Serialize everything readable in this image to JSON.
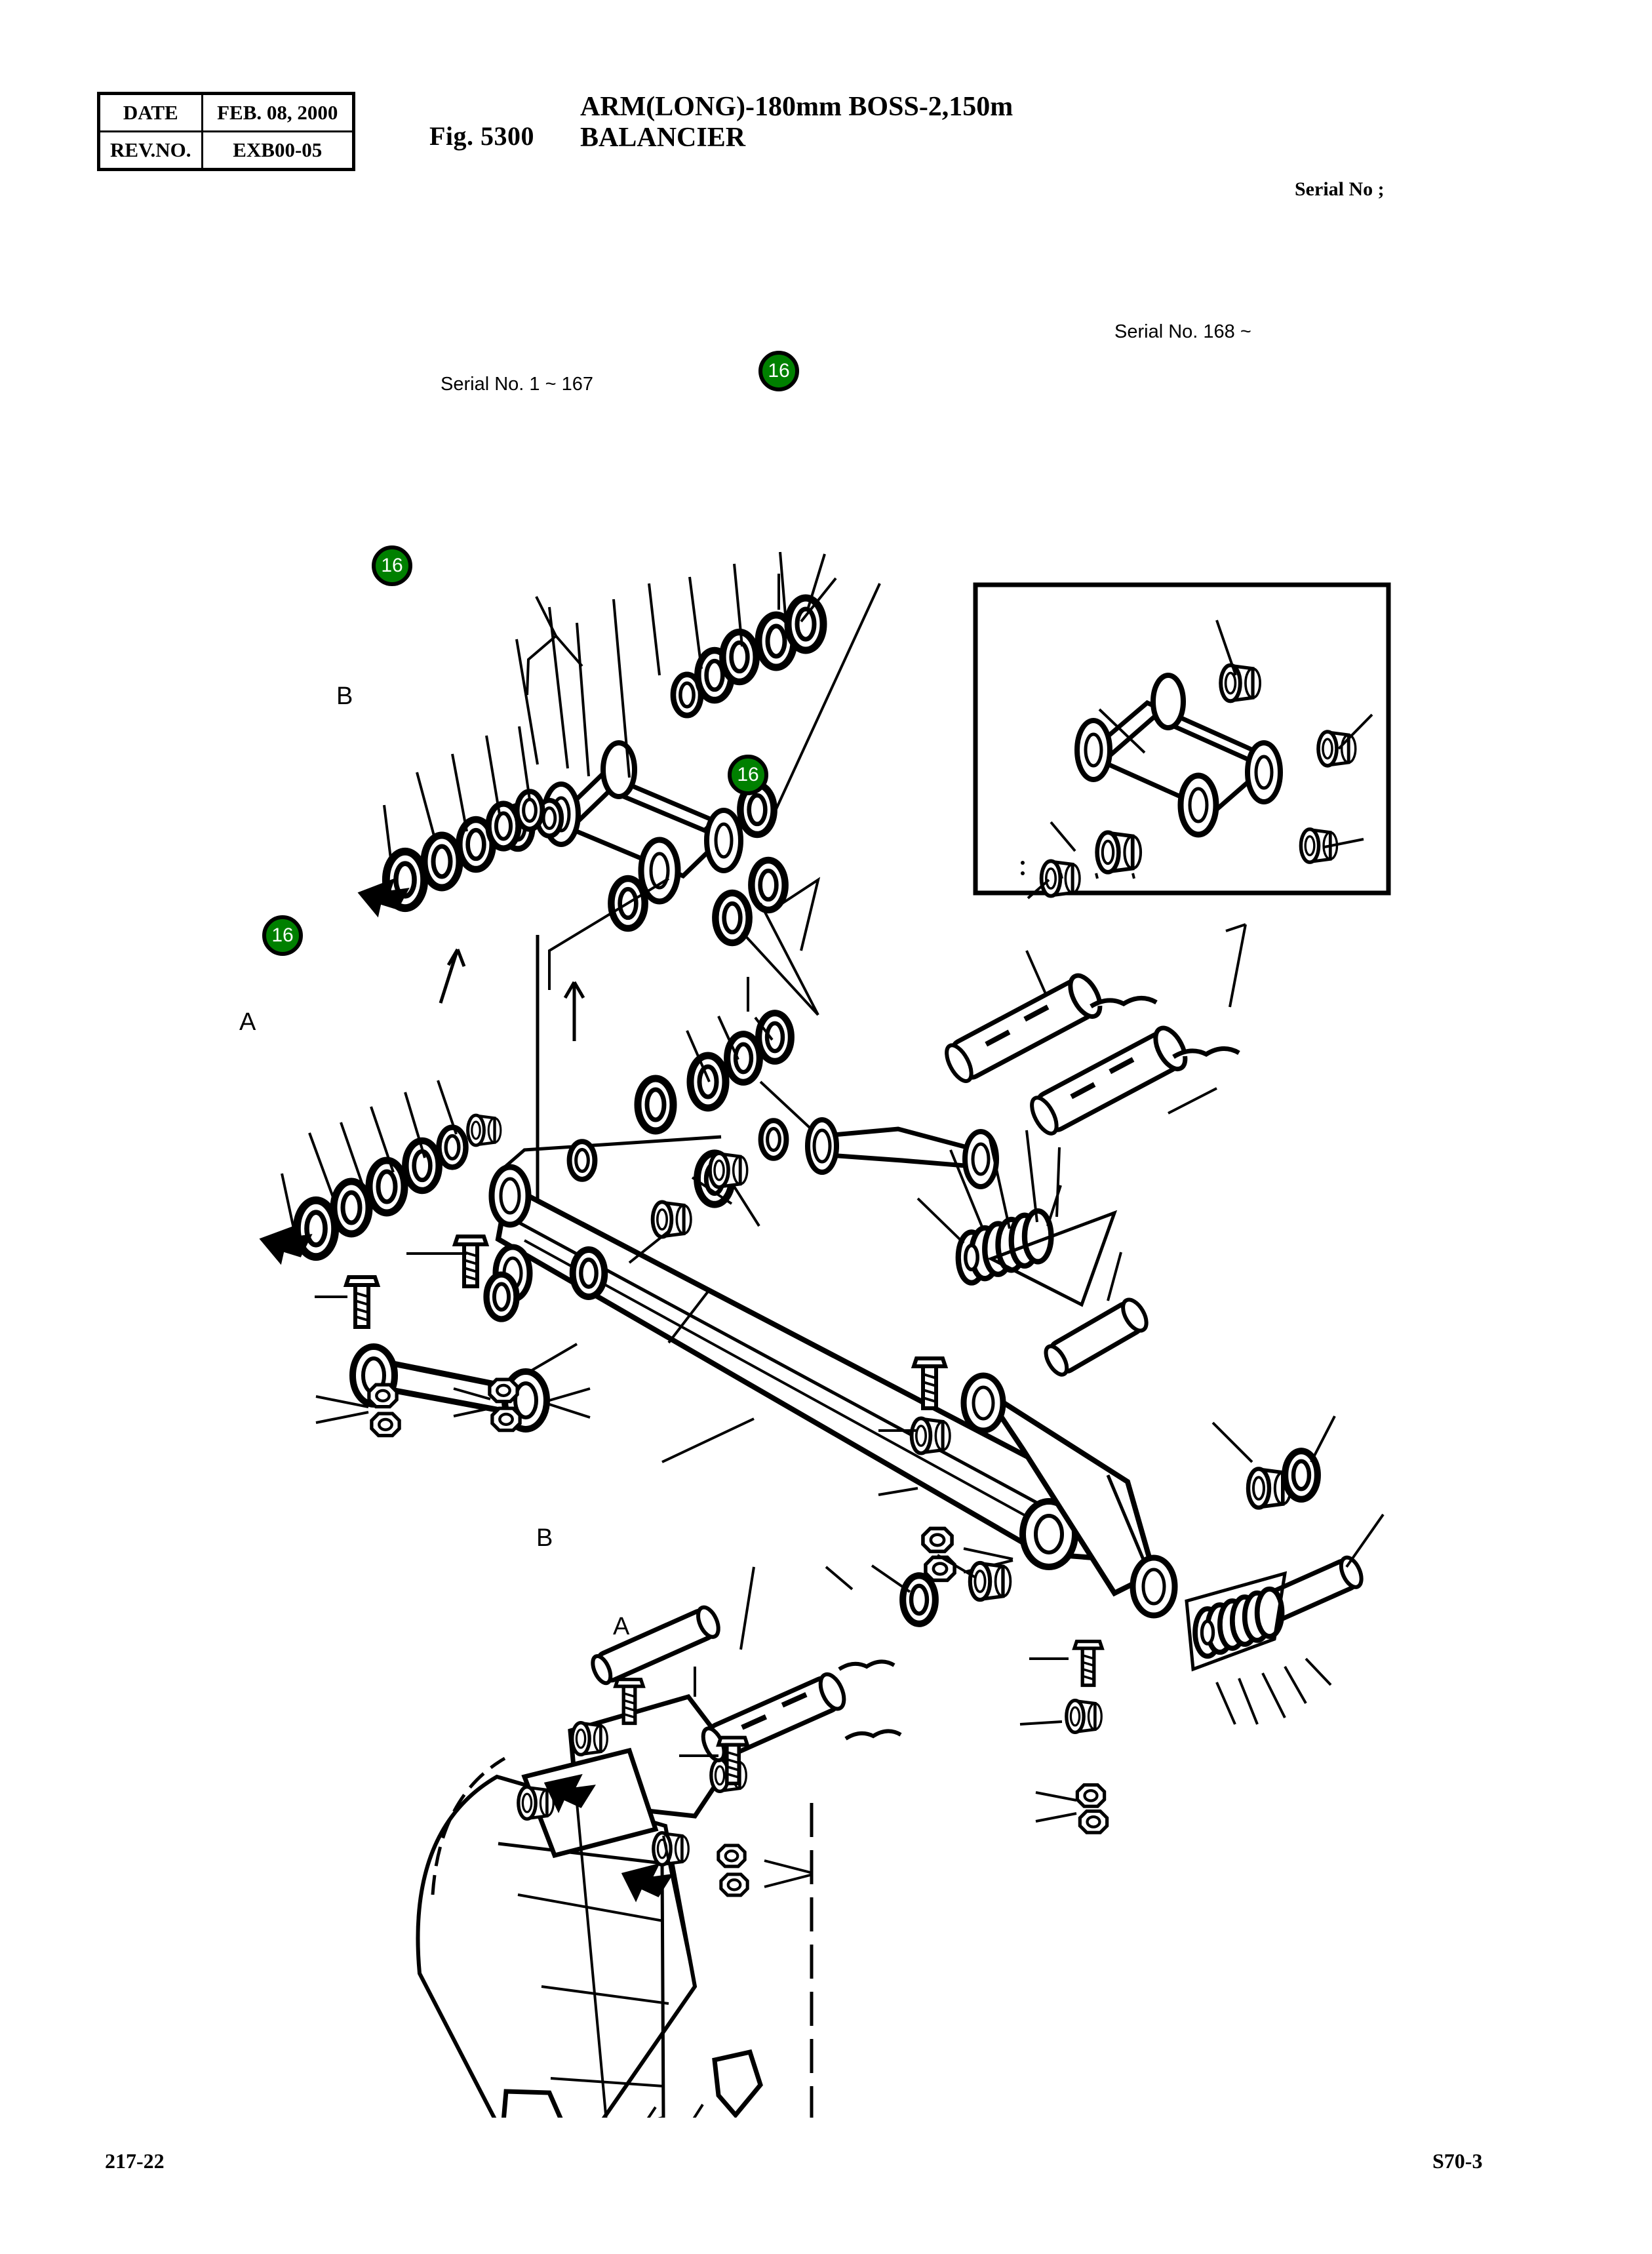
{
  "header": {
    "meta": {
      "date_label": "DATE",
      "date_value": "FEB. 08, 2000",
      "rev_label": "REV.NO.",
      "rev_value": "EXB00-05"
    },
    "fig_number": "Fig. 5300",
    "title_line1": "ARM(LONG)-180mm BOSS-2,150m",
    "title_line2": "BALANCIER",
    "serial_no_label": "Serial No ;"
  },
  "diagram": {
    "serial_range_main": "Serial No. 1 ~ 167",
    "serial_range_inset": "Serial No. 168 ~",
    "section_markers": [
      {
        "id": "A-left",
        "label": "A"
      },
      {
        "id": "B-left",
        "label": "B"
      },
      {
        "id": "B-bucket",
        "label": "B"
      },
      {
        "id": "A-bucket",
        "label": "A"
      }
    ],
    "callouts": [
      {
        "id": "callout-top-right",
        "number": "16"
      },
      {
        "id": "callout-upper-left",
        "number": "16"
      },
      {
        "id": "callout-middle",
        "number": "16"
      },
      {
        "id": "callout-lower-left",
        "number": "16"
      }
    ],
    "colors": {
      "callout_fill": "#008000",
      "callout_ring": "#000000",
      "callout_text": "#ffffff",
      "line": "#000000"
    }
  },
  "footer": {
    "page_left": "217-22",
    "page_right": "S70-3"
  }
}
